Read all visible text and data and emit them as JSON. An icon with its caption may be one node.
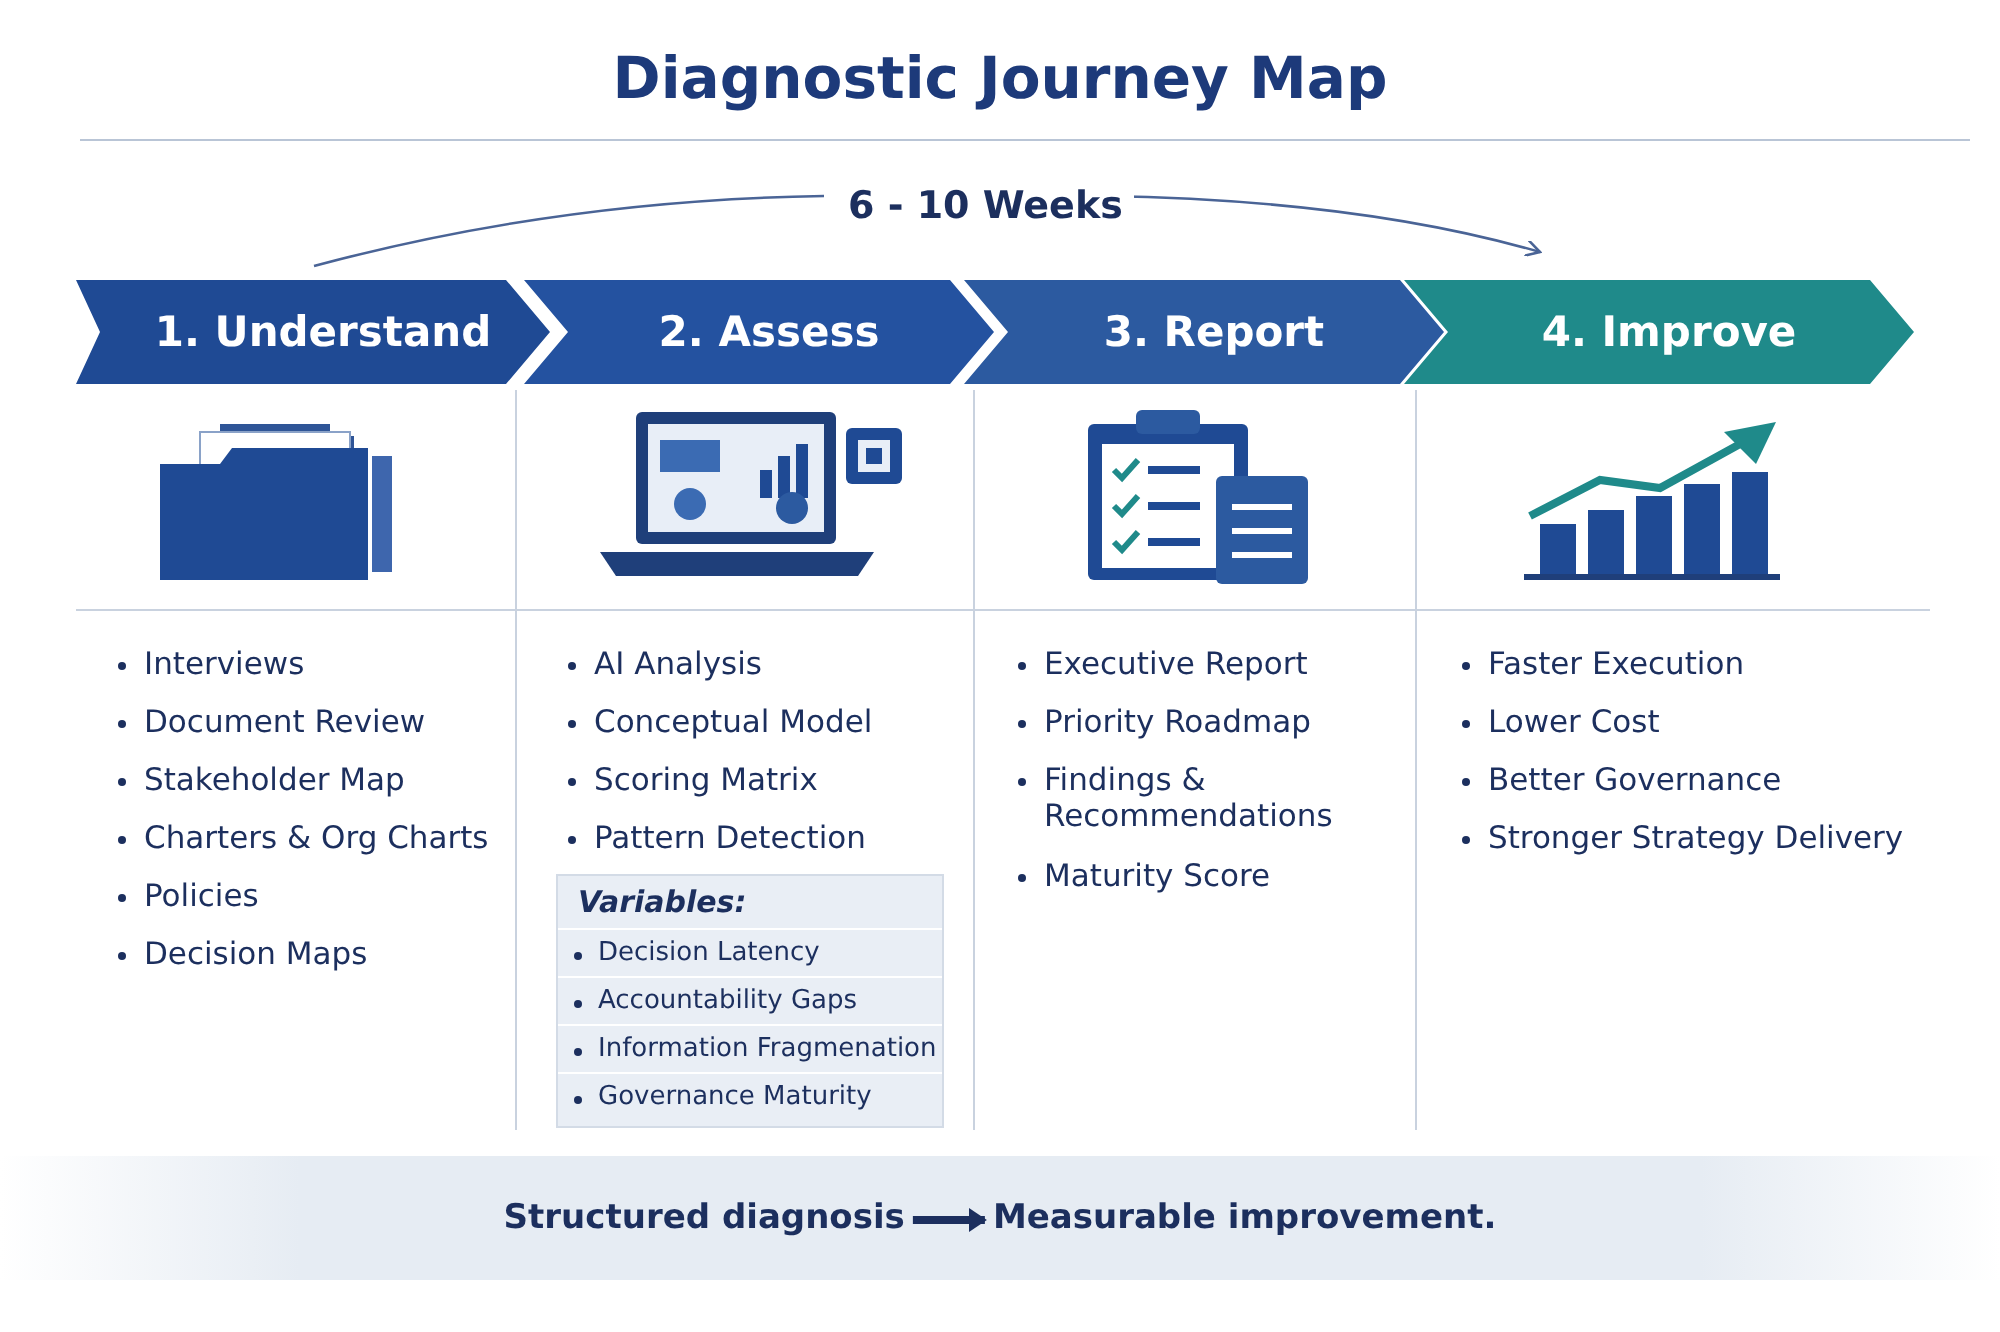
{
  "diagram": {
    "title": "Diagnostic Journey Map",
    "nodes": [
      {
        "text": [
          "1. Understand"
        ]
      },
      {
        "text": [
          "2. Assess"
        ]
      },
      {
        "text": [
          "3. Report"
        ]
      },
      {
        "text": [
          "4. Improve"
        ]
      },
      {
        "text": [
          "Variables:",
          "Decision Latency",
          "Accountability Gaps",
          "Information Fragmenation",
          "Governance Maturity"
        ]
      },
      {
        "text": [],
        "shape": "bar"
      },
      {
        "text": [
          "Structured diagnosis"
        ],
        "in": 5
      },
      {
        "text": [
          "Measurable improvement."
        ],
        "in": 5
      }
    ],
    "edges": [
      {
        "from": 6,
        "to": 7,
        "arrow": "to"
      }
    ],
    "labels": [
      "6 - 10 Weeks",
      "Interviews",
      "Document Review",
      "Stakeholder Map",
      "Charters & Org Charts",
      "Policies",
      "Decision Maps",
      "AI Analysis",
      "Conceptual Model",
      "Scoring Matrix",
      "Pattern Detection",
      "Executive Report",
      "Priority Roadmap",
      "Findings & Recommendations",
      "Maturity Score",
      "Faster Execution",
      "Lower Cost",
      "Better Governance",
      "Stronger Strategy Delivery"
    ]
  }
}
